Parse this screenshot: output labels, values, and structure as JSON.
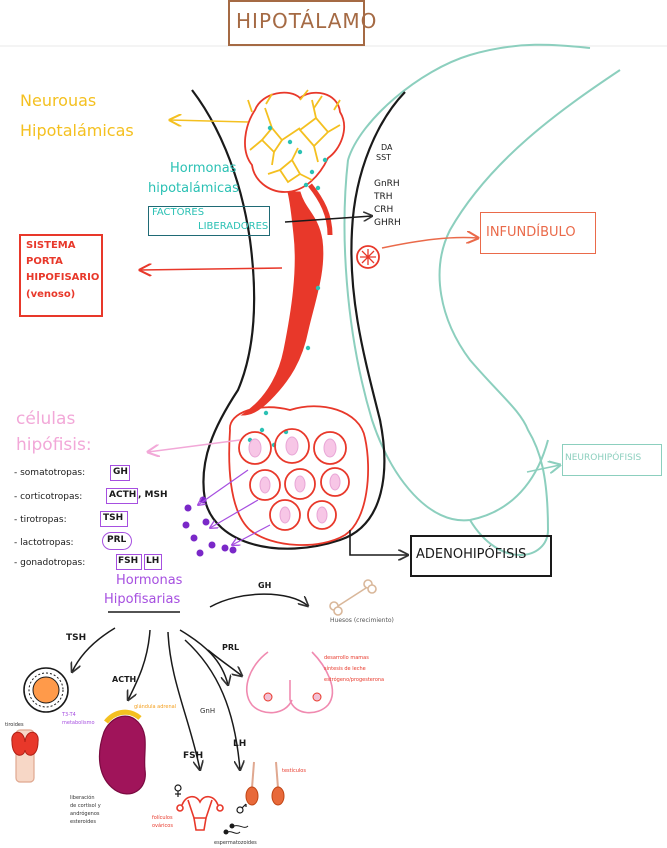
{
  "title": "HIPOTÁLAMO",
  "hypothalamic_neurons": [
    "Neurouas",
    "Hipotalámicas"
  ],
  "hormones_label": [
    "Hormonas",
    "hipotalámicas"
  ],
  "releasing_factors": [
    "FACTORES",
    "LIBERADORES"
  ],
  "hormone_list": [
    "DA",
    "SST",
    "GnRH",
    "TRH",
    "CRH",
    "GHRH"
  ],
  "portal_system": [
    "SISTEMA",
    "PORTA",
    "HIPOFISARIO",
    "(venoso)"
  ],
  "infundibulum": "INFUNDÍBULO",
  "neurohypophysis": "NEUROHIPÓFISIS",
  "adenohypophysis": "ADENOHIPÓFISIS",
  "pituitary_cells": {
    "title": [
      "células",
      "hipófisis:"
    ],
    "items": [
      {
        "name": "- somatotropas:",
        "hormone": "GH"
      },
      {
        "name": "- corticotropas:",
        "hormone": "ACTH",
        "extra": ", MSH"
      },
      {
        "name": "- tirotropas:",
        "hormone": "TSH"
      },
      {
        "name": "- lactotropas:",
        "hormone": "PRL"
      },
      {
        "name": "- gonadotropas:",
        "hormone": "FSH",
        "hormone2": "LH"
      }
    ]
  },
  "pituitary_hormones": [
    "Hormonas",
    "Hipofisarias"
  ],
  "arrows": {
    "gh": "GH",
    "tsh": "TSH",
    "acth": "ACTH",
    "prl": "PRL",
    "gnrh": "GnH",
    "fsh": "FSH",
    "lh": "LH"
  },
  "targets": {
    "bones": "Huesos (crecimiento)",
    "breast_notes": [
      "desarrollo mamas",
      "síntesis de leche",
      "estrógeno/progesterona"
    ],
    "thyroid": "tiroides",
    "thyroid_note": [
      "T3-T4",
      "metabolismo"
    ],
    "adrenal": "glándula adrenal",
    "adrenal_note": [
      "liberación",
      "de cortisol y",
      "andrógenos",
      "esteroides"
    ],
    "follicles": [
      "folículos",
      "ováricos"
    ],
    "testicles": "testículos",
    "sperm": "espermatozoides"
  },
  "colors": {
    "red": "#e8382a",
    "yellow": "#f4c020",
    "teal": "#2bc1b4",
    "violet": "#c27be0",
    "purple": "#7a28c8",
    "pink": "#f08ab0",
    "brown": "#a56a44",
    "mint": "#8ccfbe",
    "orange": "#ea6a4a"
  }
}
